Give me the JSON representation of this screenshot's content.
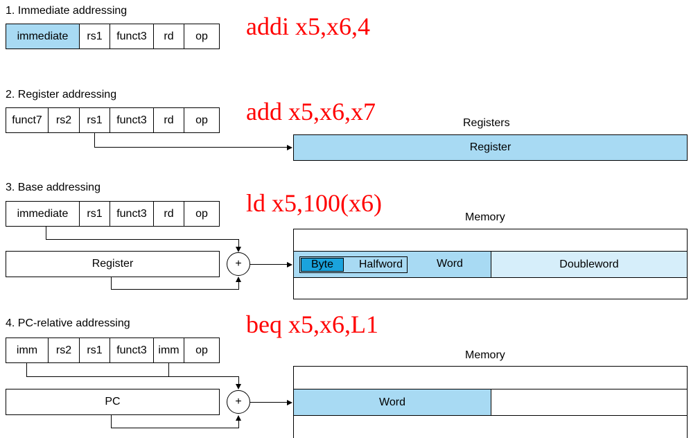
{
  "sections": {
    "immediate": {
      "title": "1.  Immediate addressing",
      "example": "addi x5,x6,4",
      "fields": [
        "immediate",
        "rs1",
        "funct3",
        "rd",
        "op"
      ]
    },
    "register": {
      "title": "2. Register addressing",
      "example": "add x5,x6,x7",
      "fields": [
        "funct7",
        "rs2",
        "rs1",
        "funct3",
        "rd",
        "op"
      ],
      "bank_label": "Registers",
      "register_label": "Register"
    },
    "base": {
      "title": "3.  Base addressing",
      "example": "ld x5,100(x6)",
      "fields": [
        "immediate",
        "rs1",
        "funct3",
        "rd",
        "op"
      ],
      "reg_label": "Register",
      "adder": "+",
      "memory_label": "Memory",
      "mem_cells": [
        "Byte",
        "Halfword",
        "Word",
        "Doubleword"
      ]
    },
    "pcrel": {
      "title": "4.  PC-relative addressing",
      "example": "beq x5,x6,L1",
      "fields": [
        "imm",
        "rs2",
        "rs1",
        "funct3",
        "imm",
        "op"
      ],
      "pc_label": "PC",
      "adder": "+",
      "memory_label": "Memory",
      "word_label": "Word"
    }
  },
  "colors": {
    "field_highlight": "#a8daf3",
    "register_fill": "#a8daf3",
    "word_fill": "#a8daf3",
    "doubleword_fill": "#d6eefa",
    "byte_fill": "#1aa3dd",
    "example_text": "#ff0000"
  }
}
